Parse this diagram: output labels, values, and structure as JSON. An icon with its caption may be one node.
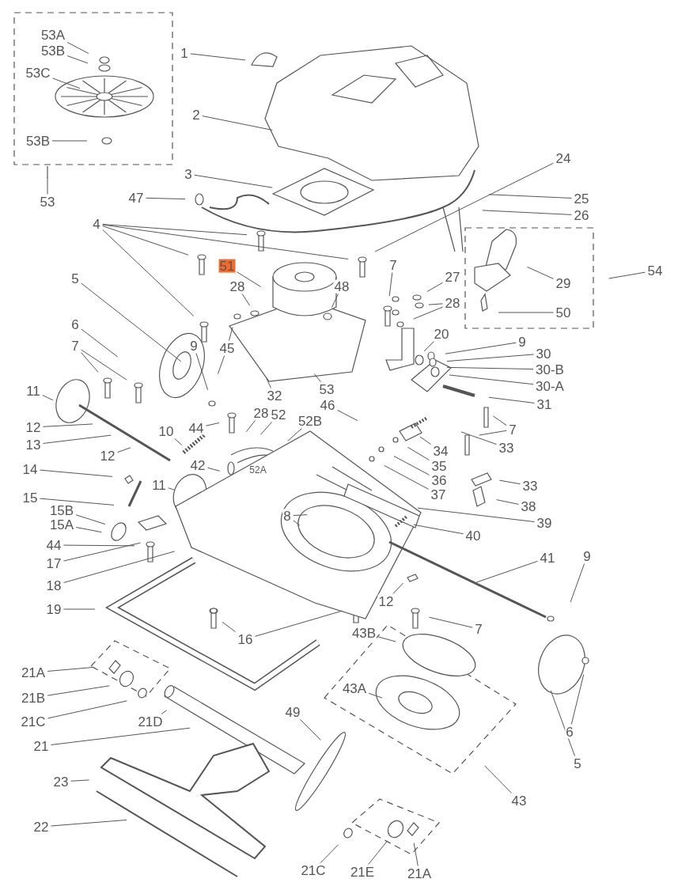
{
  "diagram": {
    "nodes": [
      {
        "text": [
          "53A"
        ]
      },
      {
        "text": [
          "53B"
        ]
      },
      {
        "text": [
          "53C"
        ]
      },
      {
        "text": [
          "53B"
        ]
      },
      {
        "text": [
          "53"
        ]
      },
      {
        "text": [
          "1"
        ]
      },
      {
        "text": [
          "2"
        ]
      },
      {
        "text": [
          "24"
        ]
      },
      {
        "text": [
          "3"
        ]
      },
      {
        "text": [
          "47"
        ]
      },
      {
        "text": [
          "25"
        ]
      },
      {
        "text": [
          "26"
        ]
      },
      {
        "text": [
          "4"
        ]
      },
      {
        "text": [
          "51"
        ]
      },
      {
        "text": [
          "7"
        ]
      },
      {
        "text": [
          "54"
        ]
      },
      {
        "text": [
          "5"
        ]
      },
      {
        "text": [
          "27"
        ]
      },
      {
        "text": [
          "29"
        ]
      },
      {
        "text": [
          "28"
        ]
      },
      {
        "text": [
          "48"
        ]
      },
      {
        "text": [
          "28"
        ]
      },
      {
        "text": [
          "50"
        ]
      },
      {
        "text": [
          "6"
        ]
      },
      {
        "text": [
          "9"
        ]
      },
      {
        "text": [
          "7"
        ]
      },
      {
        "text": [
          "45"
        ]
      },
      {
        "text": [
          "20"
        ]
      },
      {
        "text": [
          "9"
        ]
      },
      {
        "text": [
          "30"
        ]
      },
      {
        "text": [
          "30-B"
        ]
      },
      {
        "text": [
          "30-A"
        ]
      },
      {
        "text": [
          "53"
        ]
      },
      {
        "text": [
          "32"
        ]
      },
      {
        "text": [
          "11"
        ]
      },
      {
        "text": [
          "46"
        ]
      },
      {
        "text": [
          "31"
        ]
      },
      {
        "text": [
          "44"
        ]
      },
      {
        "text": [
          "28"
        ]
      },
      {
        "text": [
          "52"
        ]
      },
      {
        "text": [
          "52B"
        ]
      },
      {
        "text": [
          "12"
        ]
      },
      {
        "text": [
          "7"
        ]
      },
      {
        "text": [
          "10"
        ]
      },
      {
        "text": [
          "13"
        ]
      },
      {
        "text": [
          "33"
        ]
      },
      {
        "text": [
          "34"
        ]
      },
      {
        "text": [
          "12"
        ]
      },
      {
        "text": [
          "42"
        ]
      },
      {
        "text": [
          "35"
        ]
      },
      {
        "text": [
          "14"
        ]
      },
      {
        "text": [
          "36"
        ]
      },
      {
        "text": [
          "11"
        ]
      },
      {
        "text": [
          "33"
        ]
      },
      {
        "text": [
          "37"
        ]
      },
      {
        "text": [
          "15"
        ]
      },
      {
        "text": [
          "38"
        ]
      },
      {
        "text": [
          "15B"
        ]
      },
      {
        "text": [
          "8"
        ]
      },
      {
        "text": [
          "39"
        ]
      },
      {
        "text": [
          "15A"
        ]
      },
      {
        "text": [
          "40"
        ]
      },
      {
        "text": [
          "44"
        ]
      },
      {
        "text": [
          "41"
        ]
      },
      {
        "text": [
          "9"
        ]
      },
      {
        "text": [
          "17"
        ]
      },
      {
        "text": [
          "18"
        ]
      },
      {
        "text": [
          "12"
        ]
      },
      {
        "text": [
          "19"
        ]
      },
      {
        "text": [
          "7"
        ]
      },
      {
        "text": [
          "43B"
        ]
      },
      {
        "text": [
          "16"
        ]
      },
      {
        "text": [
          "21A"
        ]
      },
      {
        "text": [
          "43A"
        ]
      },
      {
        "text": [
          "21B"
        ]
      },
      {
        "text": [
          "49"
        ]
      },
      {
        "text": [
          "21C"
        ]
      },
      {
        "text": [
          "21D"
        ]
      },
      {
        "text": [
          "6"
        ]
      },
      {
        "text": [
          "21"
        ]
      },
      {
        "text": [
          "5"
        ]
      },
      {
        "text": [
          "23"
        ]
      },
      {
        "text": [
          "43"
        ]
      },
      {
        "text": [
          "22"
        ]
      },
      {
        "text": [
          "21C"
        ]
      },
      {
        "text": [
          "21E"
        ]
      },
      {
        "text": [
          "21A"
        ]
      }
    ],
    "edges": [
      {
        "from": 0,
        "to": null,
        "arrow": "none"
      },
      {
        "from": 1,
        "to": null,
        "arrow": "none"
      },
      {
        "from": 2,
        "to": null,
        "arrow": "none"
      },
      {
        "from": 3,
        "to": null,
        "arrow": "none"
      },
      {
        "from": 4,
        "to": null,
        "arrow": "none"
      },
      {
        "from": 5,
        "to": null,
        "arrow": "none"
      },
      {
        "from": 6,
        "to": null,
        "arrow": "none"
      },
      {
        "from": 7,
        "to": null,
        "arrow": "none"
      },
      {
        "from": 8,
        "to": null,
        "arrow": "none"
      },
      {
        "from": 9,
        "to": null,
        "arrow": "none"
      },
      {
        "from": 10,
        "to": null,
        "arrow": "none"
      },
      {
        "from": 11,
        "to": null,
        "arrow": "none"
      },
      {
        "from": 12,
        "to": null,
        "arrow": "none"
      },
      {
        "from": 12,
        "to": null,
        "arrow": "none"
      },
      {
        "from": 12,
        "to": null,
        "arrow": "none"
      },
      {
        "from": 12,
        "to": null,
        "arrow": "none"
      },
      {
        "from": 13,
        "to": null,
        "arrow": "none"
      },
      {
        "from": 14,
        "to": null,
        "arrow": "none"
      },
      {
        "from": 15,
        "to": null,
        "arrow": "none"
      },
      {
        "from": 16,
        "to": null,
        "arrow": "none"
      },
      {
        "from": 17,
        "to": null,
        "arrow": "none"
      },
      {
        "from": 18,
        "to": null,
        "arrow": "none"
      },
      {
        "from": 19,
        "to": null,
        "arrow": "none"
      },
      {
        "from": 20,
        "to": null,
        "arrow": "none"
      },
      {
        "from": 21,
        "to": null,
        "arrow": "none"
      },
      {
        "from": 21,
        "to": null,
        "arrow": "none"
      },
      {
        "from": 22,
        "to": null,
        "arrow": "none"
      },
      {
        "from": 23,
        "to": null,
        "arrow": "none"
      },
      {
        "from": 24,
        "to": null,
        "arrow": "none"
      },
      {
        "from": 25,
        "to": null,
        "arrow": "none"
      },
      {
        "from": 25,
        "to": null,
        "arrow": "none"
      },
      {
        "from": 26,
        "to": null,
        "arrow": "none"
      },
      {
        "from": 26,
        "to": null,
        "arrow": "none"
      },
      {
        "from": 27,
        "to": null,
        "arrow": "none"
      },
      {
        "from": 28,
        "to": null,
        "arrow": "none"
      },
      {
        "from": 29,
        "to": null,
        "arrow": "none"
      },
      {
        "from": 30,
        "to": null,
        "arrow": "none"
      },
      {
        "from": 31,
        "to": null,
        "arrow": "none"
      },
      {
        "from": 32,
        "to": null,
        "arrow": "none"
      },
      {
        "from": 33,
        "to": null,
        "arrow": "none"
      },
      {
        "from": 34,
        "to": null,
        "arrow": "none"
      },
      {
        "from": 35,
        "to": null,
        "arrow": "none"
      },
      {
        "from": 36,
        "to": null,
        "arrow": "none"
      },
      {
        "from": 37,
        "to": null,
        "arrow": "none"
      },
      {
        "from": 38,
        "to": null,
        "arrow": "none"
      },
      {
        "from": 39,
        "to": null,
        "arrow": "none"
      },
      {
        "from": 40,
        "to": null,
        "arrow": "none"
      },
      {
        "from": 41,
        "to": null,
        "arrow": "none"
      },
      {
        "from": 42,
        "to": null,
        "arrow": "none"
      },
      {
        "from": 42,
        "to": null,
        "arrow": "none"
      },
      {
        "from": 43,
        "to": null,
        "arrow": "none"
      },
      {
        "from": 44,
        "to": null,
        "arrow": "none"
      },
      {
        "from": 45,
        "to": null,
        "arrow": "none"
      },
      {
        "from": 46,
        "to": null,
        "arrow": "none"
      },
      {
        "from": 47,
        "to": null,
        "arrow": "none"
      },
      {
        "from": 48,
        "to": null,
        "arrow": "none"
      },
      {
        "from": 49,
        "to": null,
        "arrow": "none"
      },
      {
        "from": 50,
        "to": null,
        "arrow": "none"
      },
      {
        "from": 51,
        "to": null,
        "arrow": "none"
      },
      {
        "from": 52,
        "to": null,
        "arrow": "none"
      },
      {
        "from": 53,
        "to": null,
        "arrow": "none"
      },
      {
        "from": 54,
        "to": null,
        "arrow": "none"
      },
      {
        "from": 55,
        "to": null,
        "arrow": "none"
      },
      {
        "from": 56,
        "to": null,
        "arrow": "none"
      },
      {
        "from": 57,
        "to": null,
        "arrow": "none"
      },
      {
        "from": 58,
        "to": null,
        "arrow": "none"
      },
      {
        "from": 58,
        "to": null,
        "arrow": "none"
      },
      {
        "from": 59,
        "to": null,
        "arrow": "none"
      },
      {
        "from": 60,
        "to": null,
        "arrow": "none"
      },
      {
        "from": 61,
        "to": null,
        "arrow": "none"
      },
      {
        "from": 62,
        "to": null,
        "arrow": "none"
      },
      {
        "from": 63,
        "to": null,
        "arrow": "none"
      },
      {
        "from": 64,
        "to": null,
        "arrow": "none"
      },
      {
        "from": 65,
        "to": null,
        "arrow": "none"
      },
      {
        "from": 66,
        "to": null,
        "arrow": "none"
      },
      {
        "from": 67,
        "to": null,
        "arrow": "none"
      },
      {
        "from": 68,
        "to": null,
        "arrow": "none"
      },
      {
        "from": 69,
        "to": null,
        "arrow": "none"
      },
      {
        "from": 70,
        "to": null,
        "arrow": "none"
      },
      {
        "from": 71,
        "to": null,
        "arrow": "none"
      },
      {
        "from": 71,
        "to": null,
        "arrow": "none"
      },
      {
        "from": 72,
        "to": null,
        "arrow": "none"
      },
      {
        "from": 73,
        "to": null,
        "arrow": "none"
      },
      {
        "from": 74,
        "to": null,
        "arrow": "none"
      },
      {
        "from": 75,
        "to": null,
        "arrow": "none"
      },
      {
        "from": 76,
        "to": null,
        "arrow": "none"
      },
      {
        "from": 77,
        "to": null,
        "arrow": "none"
      },
      {
        "from": 78,
        "to": null,
        "arrow": "none"
      },
      {
        "from": 79,
        "to": null,
        "arrow": "none"
      },
      {
        "from": 80,
        "to": null,
        "arrow": "none"
      },
      {
        "from": 81,
        "to": null,
        "arrow": "none"
      },
      {
        "from": 82,
        "to": null,
        "arrow": "none"
      },
      {
        "from": 83,
        "to": null,
        "arrow": "none"
      },
      {
        "from": 84,
        "to": null,
        "arrow": "none"
      },
      {
        "from": 85,
        "to": null,
        "arrow": "none"
      },
      {
        "from": 86,
        "to": null,
        "arrow": "none"
      }
    ],
    "labels": [
      "52A"
    ]
  }
}
